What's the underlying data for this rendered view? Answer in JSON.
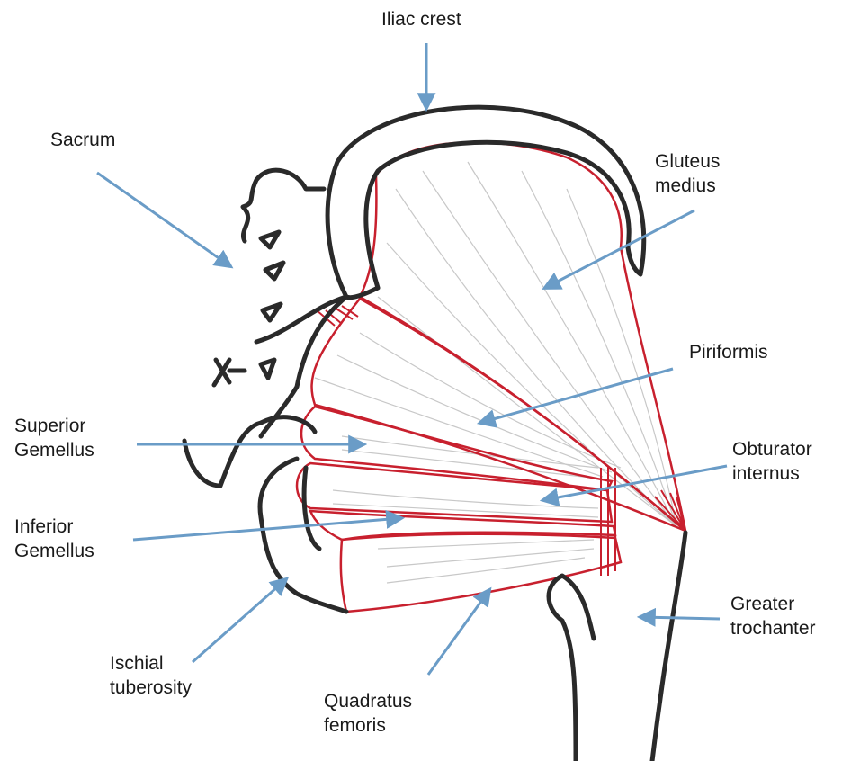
{
  "labels": {
    "iliac_crest": "Iliac crest",
    "sacrum": "Sacrum",
    "gluteus_medius": "Gluteus\nmedius",
    "piriformis": "Piriformis",
    "superior_gemellus": "Superior\nGemellus",
    "obturator_internus": "Obturator\ninternus",
    "inferior_gemellus": "Inferior\nGemellus",
    "greater_trochanter": "Greater\ntrochanter",
    "ischial_tuberosity": "Ischial\ntuberosity",
    "quadratus_femoris": "Quadratus\nfemoris"
  },
  "colors": {
    "bone_outline": "#2a2a2a",
    "muscle_outline": "#c8202e",
    "muscle_fibers": "#c8c8c8",
    "arrow": "#6a9cc7",
    "text": "#1a1a1a"
  }
}
